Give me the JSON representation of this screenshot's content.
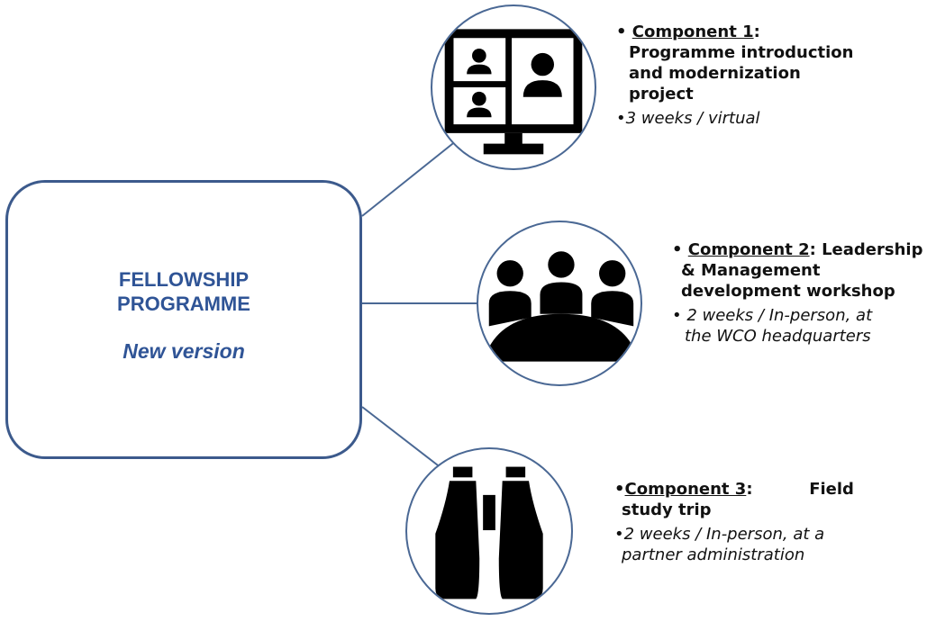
{
  "main": {
    "title": "FELLOWSHIP PROGRAMME",
    "subtitle": "New version"
  },
  "components": [
    {
      "bullet": "• ",
      "label": "Component 1",
      "label_suffix": ":",
      "title_lines": [
        "Programme introduction",
        "and modernization",
        "project"
      ],
      "detail_lines": [
        "•3 weeks / virtual"
      ],
      "icon": "video-conference-icon"
    },
    {
      "bullet": "• ",
      "label": "Component 2",
      "label_suffix": ": Leadership",
      "title_lines": [
        "& Management",
        "development workshop"
      ],
      "detail_lines": [
        "• 2 weeks / In-person, at",
        "the WCO headquarters"
      ],
      "icon": "meeting-table-icon"
    },
    {
      "bullet": "•",
      "label": "Component 3",
      "label_suffix": ":          Field",
      "title_lines": [
        "study trip"
      ],
      "detail_lines": [
        "•2 weeks / In-person, at a",
        "partner administration"
      ],
      "icon": "binoculars-icon"
    }
  ],
  "colors": {
    "box_border": "#3c5a8c",
    "title_text": "#2f5496",
    "connector": "#4a6894",
    "icon_fill": "#000000"
  }
}
